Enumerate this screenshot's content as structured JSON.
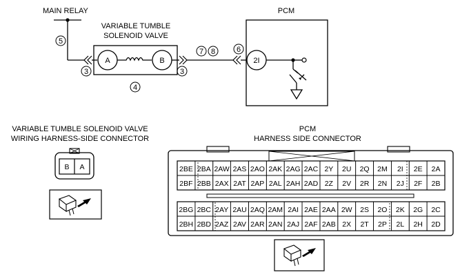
{
  "schematic": {
    "main_relay": "MAIN RELAY",
    "valve_title_line1": "VARIABLE TUMBLE",
    "valve_title_line2": "SOLENOID VALVE",
    "pcm_title": "PCM",
    "terminal_a": "A",
    "terminal_b": "B",
    "pcm_terminal": "2I",
    "callouts": {
      "relay_wire": "5",
      "left_connector": "3",
      "right_connector": "3",
      "valve_body": "4",
      "harness_7": "7",
      "harness_8": "8",
      "pcm_connector": "6"
    }
  },
  "valve_connector": {
    "title_line1": "VARIABLE TUMBLE SOLENOID VALVE",
    "title_line2": "WIRING HARNESS-SIDE CONNECTOR",
    "pins": [
      "B",
      "A"
    ]
  },
  "pcm_connector": {
    "title_line1": "PCM",
    "title_line2": "HARNESS SIDE CONNECTOR",
    "upper_block": [
      [
        "2BE",
        "2BA",
        "2AW",
        "2AS",
        "2AO",
        "2AK",
        "2AG",
        "2AC",
        "2Y",
        "2U",
        "2Q",
        "2M",
        "2I",
        "2E",
        "2A"
      ],
      [
        "2BF",
        "2BB",
        "2AX",
        "2AT",
        "2AP",
        "2AL",
        "2AH",
        "2AD",
        "2Z",
        "2V",
        "2R",
        "2N",
        "2J",
        "2F",
        "2B"
      ]
    ],
    "lower_block": [
      [
        "2BG",
        "2BC",
        "2AY",
        "2AU",
        "2AQ",
        "2AM",
        "2AI",
        "2AE",
        "2AA",
        "2W",
        "2S",
        "2O",
        "2K",
        "2G",
        "2C"
      ],
      [
        "2BH",
        "2BD",
        "2AZ",
        "2AV",
        "2AR",
        "2AN",
        "2AJ",
        "2AF",
        "2AB",
        "2X",
        "2T",
        "2P",
        "2L",
        "2H",
        "2D"
      ]
    ]
  }
}
